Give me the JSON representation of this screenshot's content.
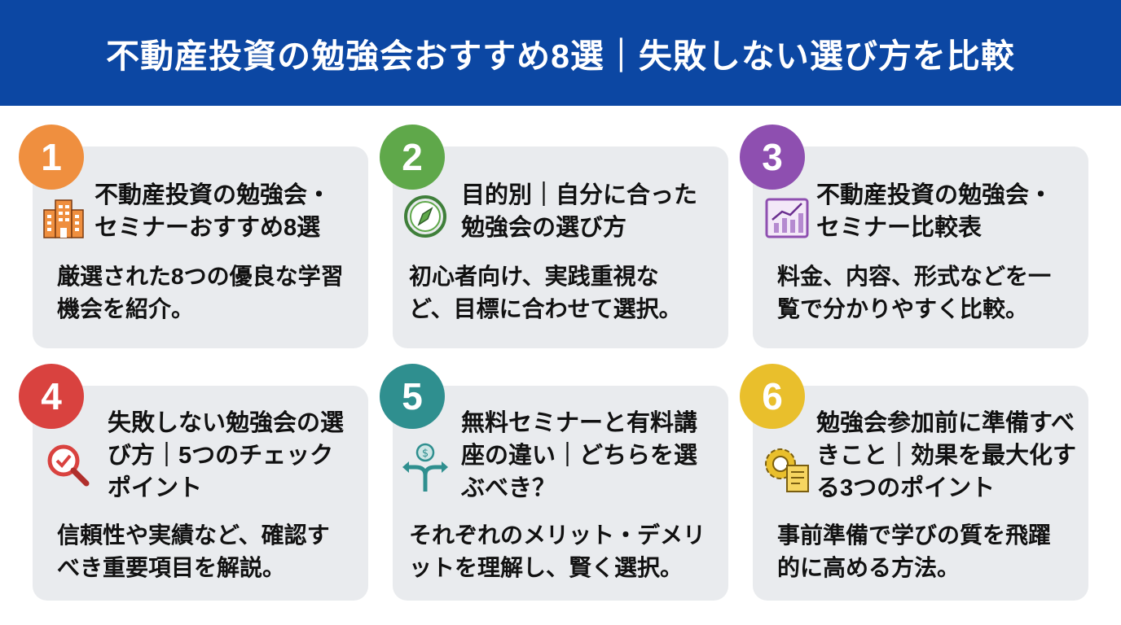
{
  "header": {
    "title": "不動産投資の勉強会おすすめ8選｜失敗しない選び方を比較"
  },
  "cards": [
    {
      "number": "1",
      "color": "#ef8f3f",
      "icon": "building-icon",
      "title": "不動産投資の勉強会・セミナーおすすめ8選",
      "description": "厳選された8つの優良な学習機会を紹介。"
    },
    {
      "number": "2",
      "color": "#5fa84a",
      "icon": "compass-icon",
      "title": "目的別｜自分に合った勉強会の選び方",
      "description": "初心者向け、実践重視など、目標に合わせて選択。"
    },
    {
      "number": "3",
      "color": "#8e4fb0",
      "icon": "chart-icon",
      "title": "不動産投資の勉強会・セミナー比較表",
      "description": "料金、内容、形式などを一覧で分かりやすく比較。"
    },
    {
      "number": "4",
      "color": "#d9423f",
      "icon": "magnifier-check-icon",
      "title": "失敗しない勉強会の選び方｜5つのチェックポイント",
      "description": "信頼性や実績など、確認すべき重要項目を解説。"
    },
    {
      "number": "5",
      "color": "#2f8f8f",
      "icon": "dollar-split-arrows-icon",
      "title": "無料セミナーと有料講座の違い｜どちらを選ぶべき？",
      "description": "それぞれのメリット・デメリットを理解し、賢く選択。"
    },
    {
      "number": "6",
      "color": "#e9bf2c",
      "icon": "gear-document-icon",
      "title": "勉強会参加前に準備すべきこと｜効果を最大化する3つのポイント",
      "description": "事前準備で学びの質を飛躍的に高める方法。"
    }
  ]
}
